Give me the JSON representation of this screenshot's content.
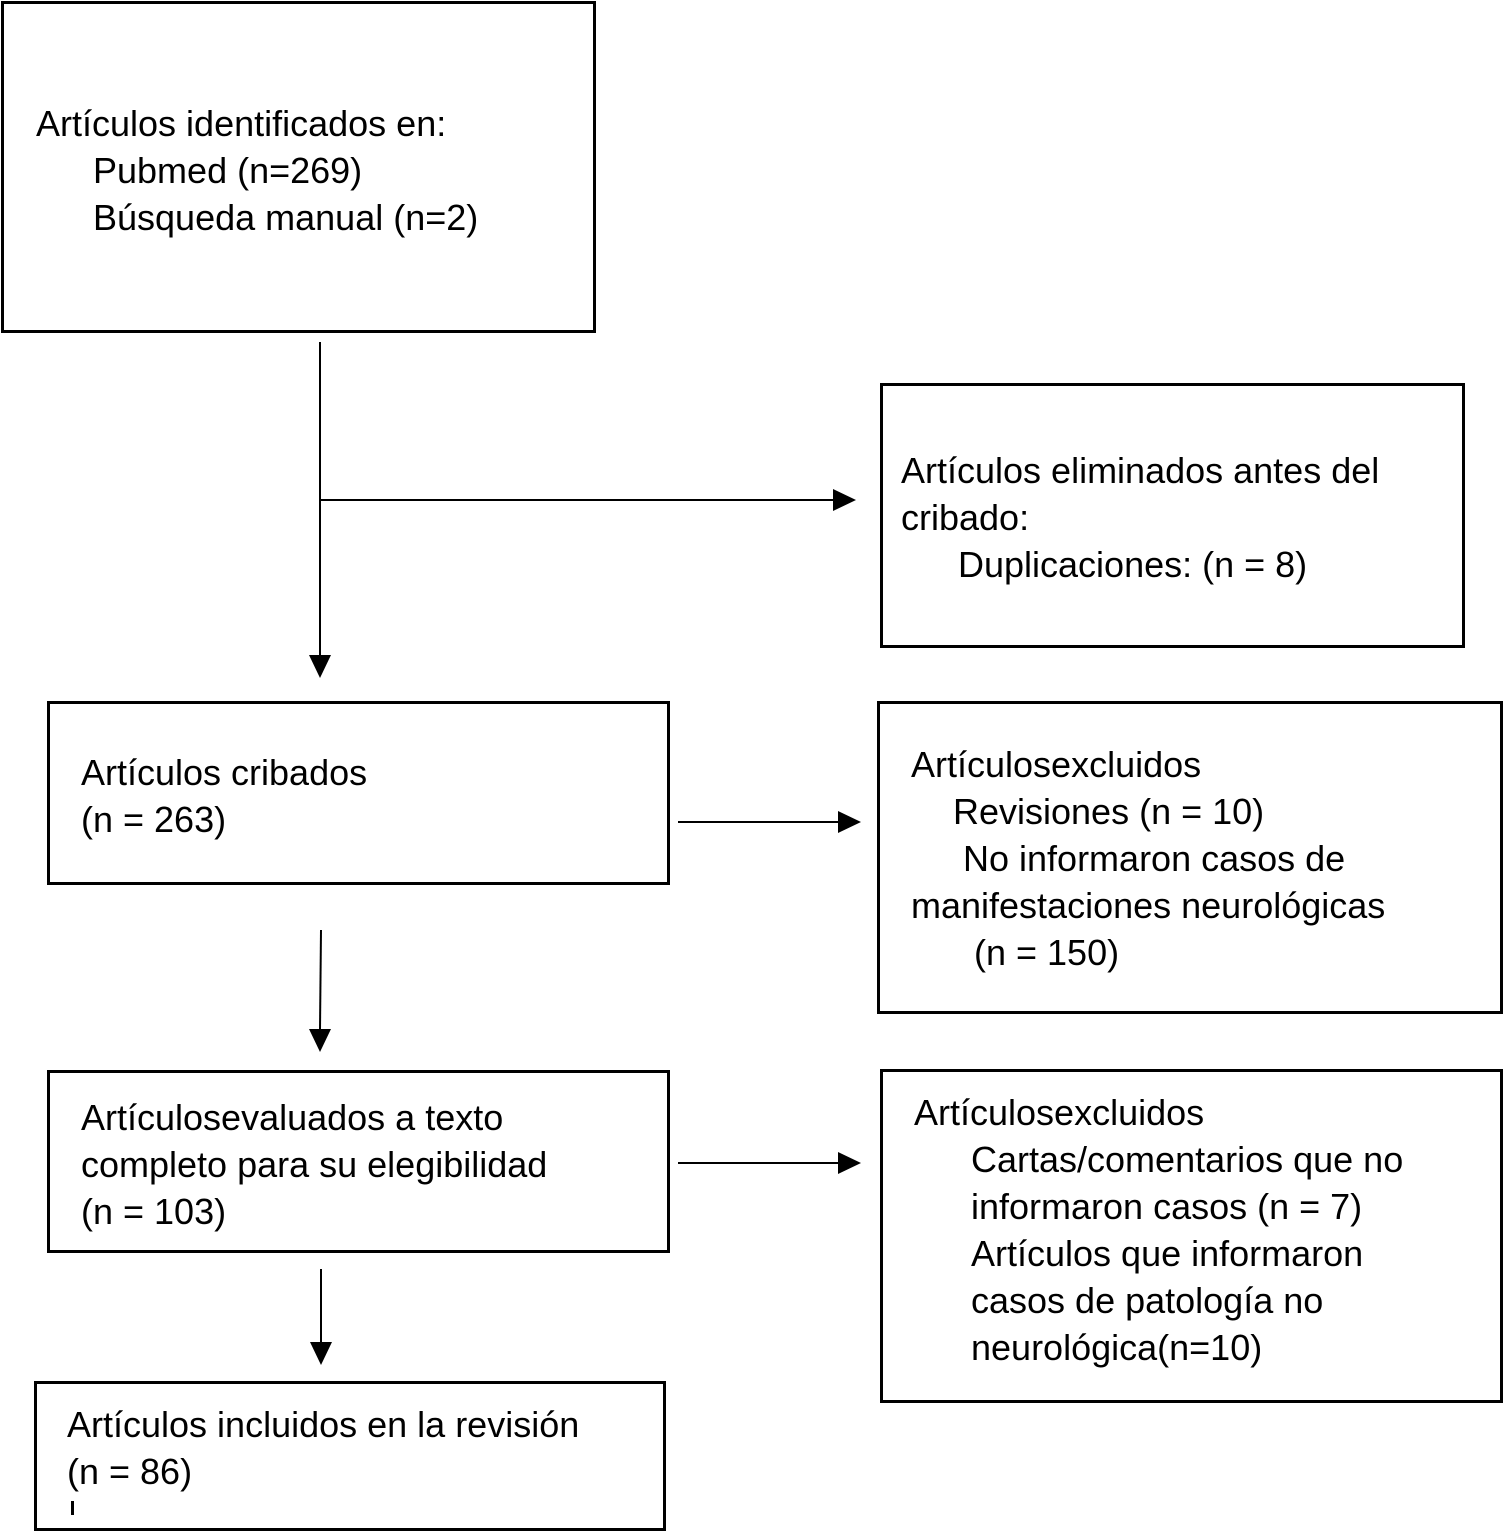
{
  "identified": {
    "title": "Artículos identificados en:",
    "pubmed": "Pubmed (n=269)",
    "manual": "Búsqueda manual (n=2)"
  },
  "removed": {
    "line1": "Artículos eliminados antes del",
    "line2": "cribado:",
    "line3": "Duplicaciones: (n = 8)"
  },
  "screened": {
    "line1": "Artículos cribados",
    "line2": "(n = 263)"
  },
  "excluded_screening": {
    "line1": "Artículosexcluidos",
    "line2": "Revisiones (n = 10)",
    "line3": "No informaron casos de",
    "line4": "manifestaciones neurológicas",
    "line5": "(n = 150)"
  },
  "assessed": {
    "line1": "Artículosevaluados a texto",
    "line2": "completo para su elegibilidad",
    "line3": "(n = 103)"
  },
  "excluded_eligibility": {
    "line1": "Artículosexcluidos",
    "line2": "Cartas/comentarios que no",
    "line3": "informaron casos (n = 7)",
    "line4": "Artículos que informaron",
    "line5": "casos de patología no",
    "line6": "neurológica(n=10)"
  },
  "included": {
    "line1": "Artículos incluidos en la revisión",
    "line2": "(n = 86)"
  }
}
